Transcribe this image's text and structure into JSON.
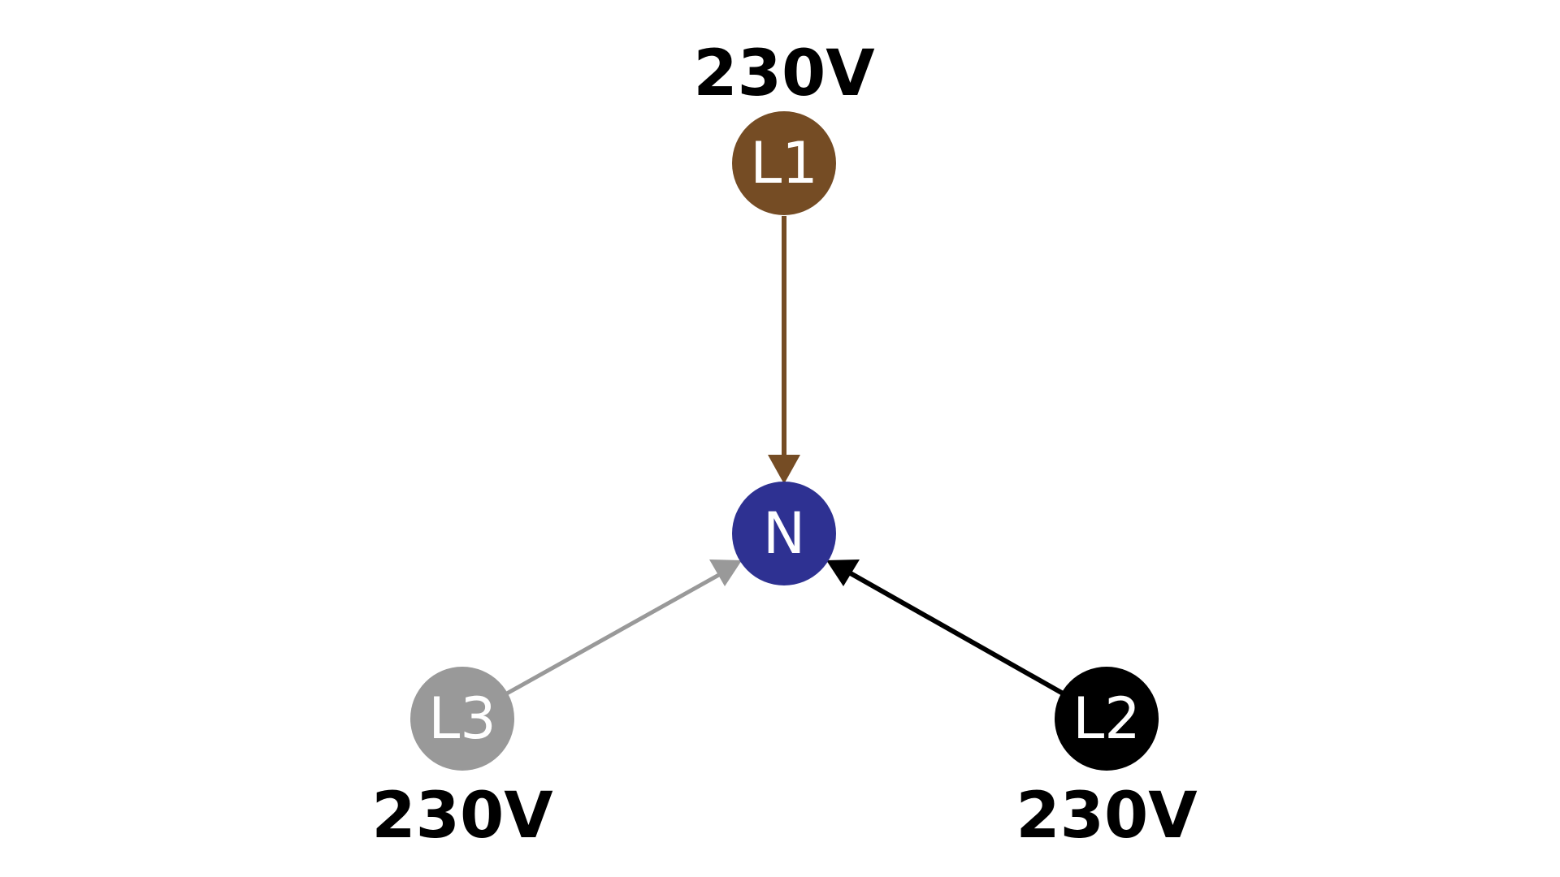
{
  "diagram": {
    "neutral": {
      "label": "N",
      "color": "#2e3192"
    },
    "phases": [
      {
        "id": "l1",
        "label": "L1",
        "voltage": "230V",
        "color": "#754c24"
      },
      {
        "id": "l2",
        "label": "L2",
        "voltage": "230V",
        "color": "#000000"
      },
      {
        "id": "l3",
        "label": "L3",
        "voltage": "230V",
        "color": "#999999"
      }
    ]
  }
}
